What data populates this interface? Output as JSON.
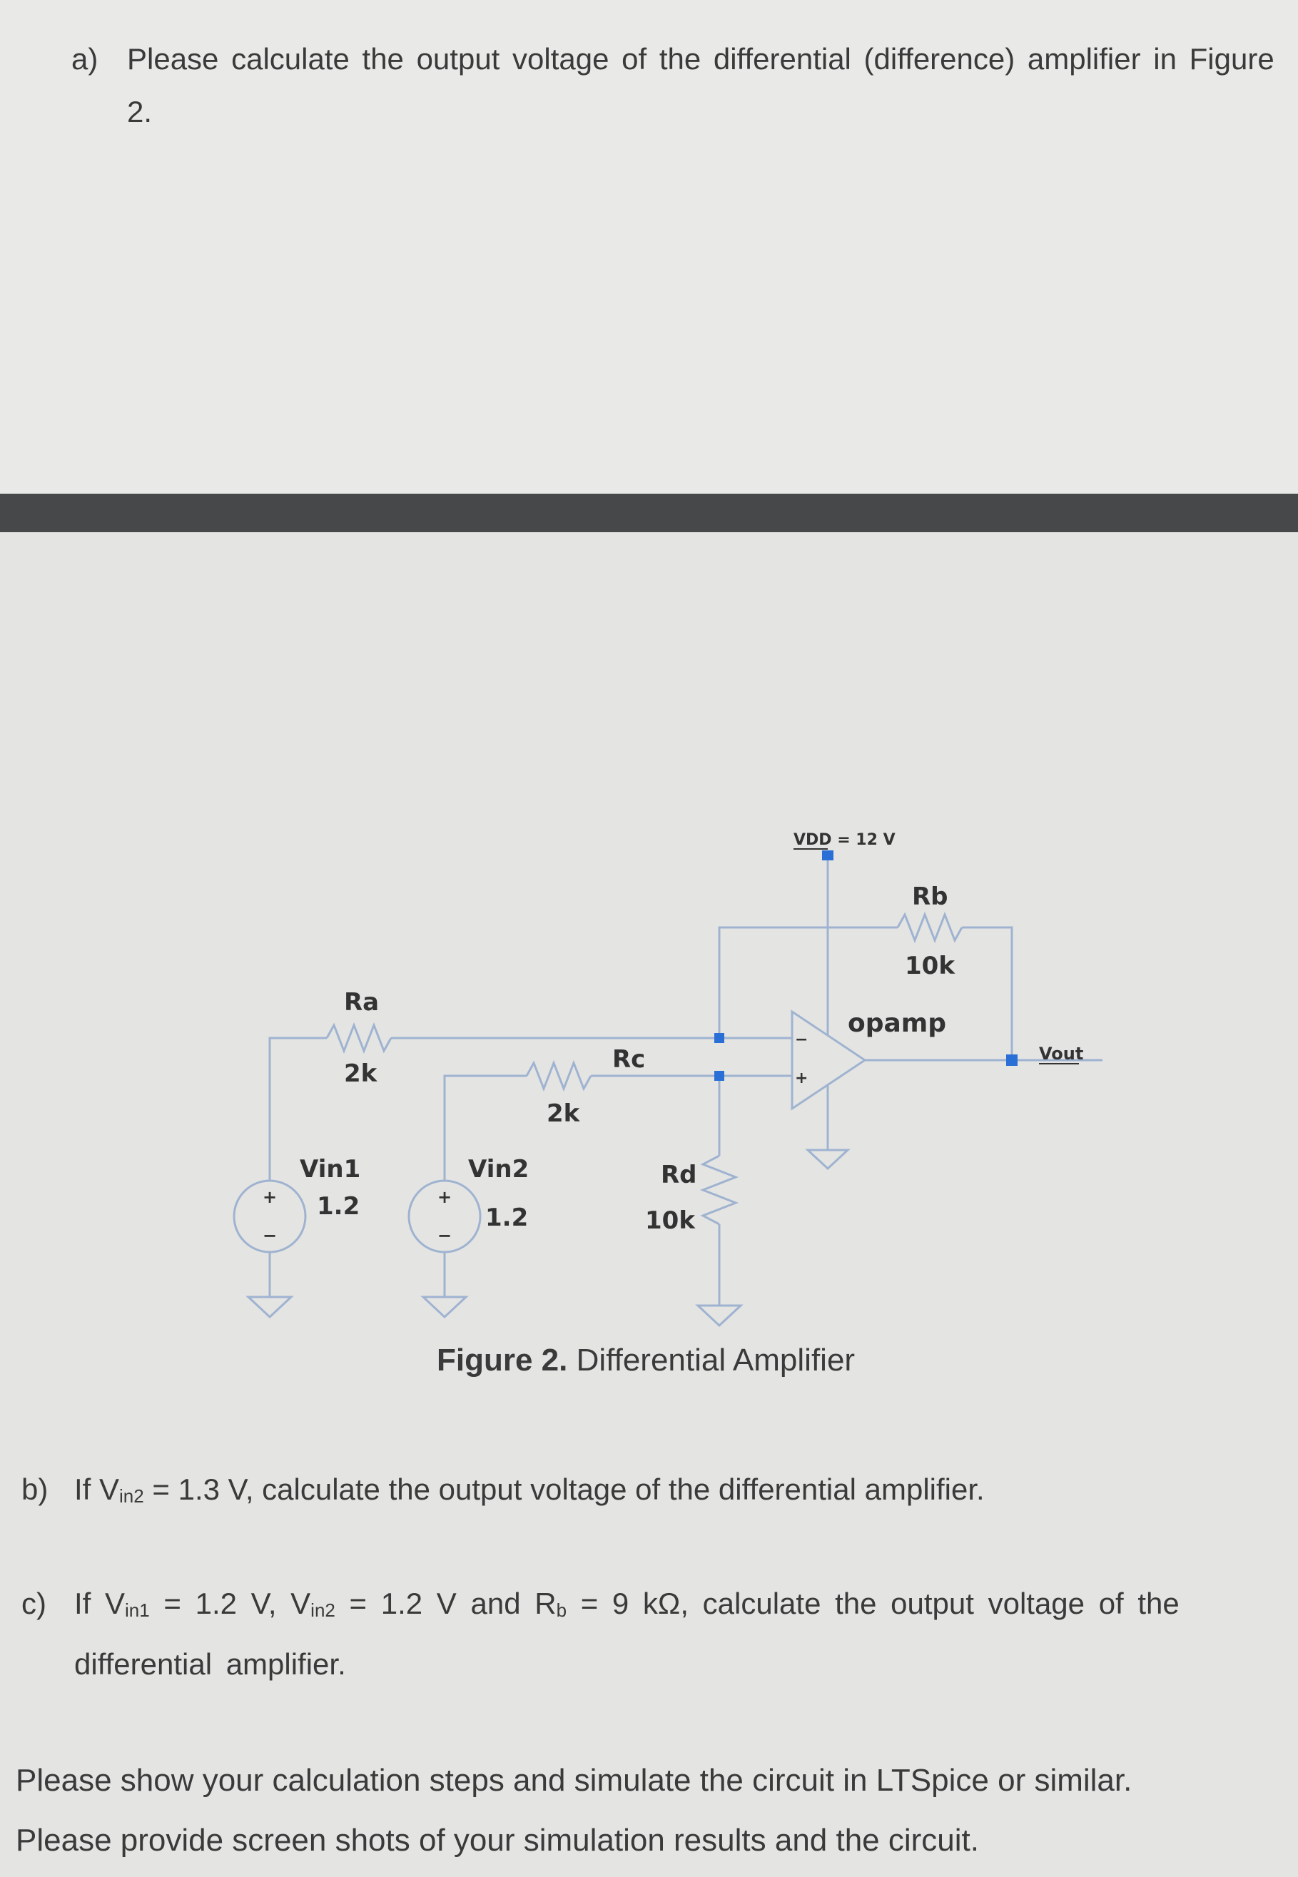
{
  "question_a": {
    "label": "a)",
    "text": "Please calculate the output voltage of the differential (difference) amplifier in Figure 2."
  },
  "schematic": {
    "vdd_label": "VDD = 12 V",
    "rb": {
      "name": "Rb",
      "value": "10k"
    },
    "opamp_label": "opamp",
    "ra": {
      "name": "Ra",
      "value": "2k"
    },
    "rc": {
      "name": "Rc",
      "value": "2k"
    },
    "rd": {
      "name": "Rd",
      "value": "10k"
    },
    "vin1": {
      "name": "Vin1",
      "value": "1.2"
    },
    "vin2": {
      "name": "Vin2",
      "value": "1.2"
    },
    "vout_label": "Vout",
    "plus": "+",
    "minus": "−"
  },
  "figure_caption": {
    "prefix": "Figure 2.",
    "title": "Differential Amplifier"
  },
  "question_b": {
    "label": "b)",
    "pre": "If V",
    "sub1": "in2",
    "post": " = 1.3 V, calculate the output voltage of the differential amplifier."
  },
  "question_c": {
    "label": "c)",
    "p1": "If V",
    "s1": "in1",
    "p2": " = 1.2 V, V",
    "s2": "in2",
    "p3": " = 1.2 V and R",
    "s3": "b",
    "p4": " = 9 kΩ, calculate the output voltage of the differential amplifier."
  },
  "instructions": {
    "line1": "Please show your calculation steps and simulate the circuit in LTSpice or similar.",
    "line2": "Please provide screen shots of your simulation results and the circuit."
  },
  "colors": {
    "wire": "#9fb3d1",
    "node": "#2a6fd6",
    "divider": "#474849"
  }
}
